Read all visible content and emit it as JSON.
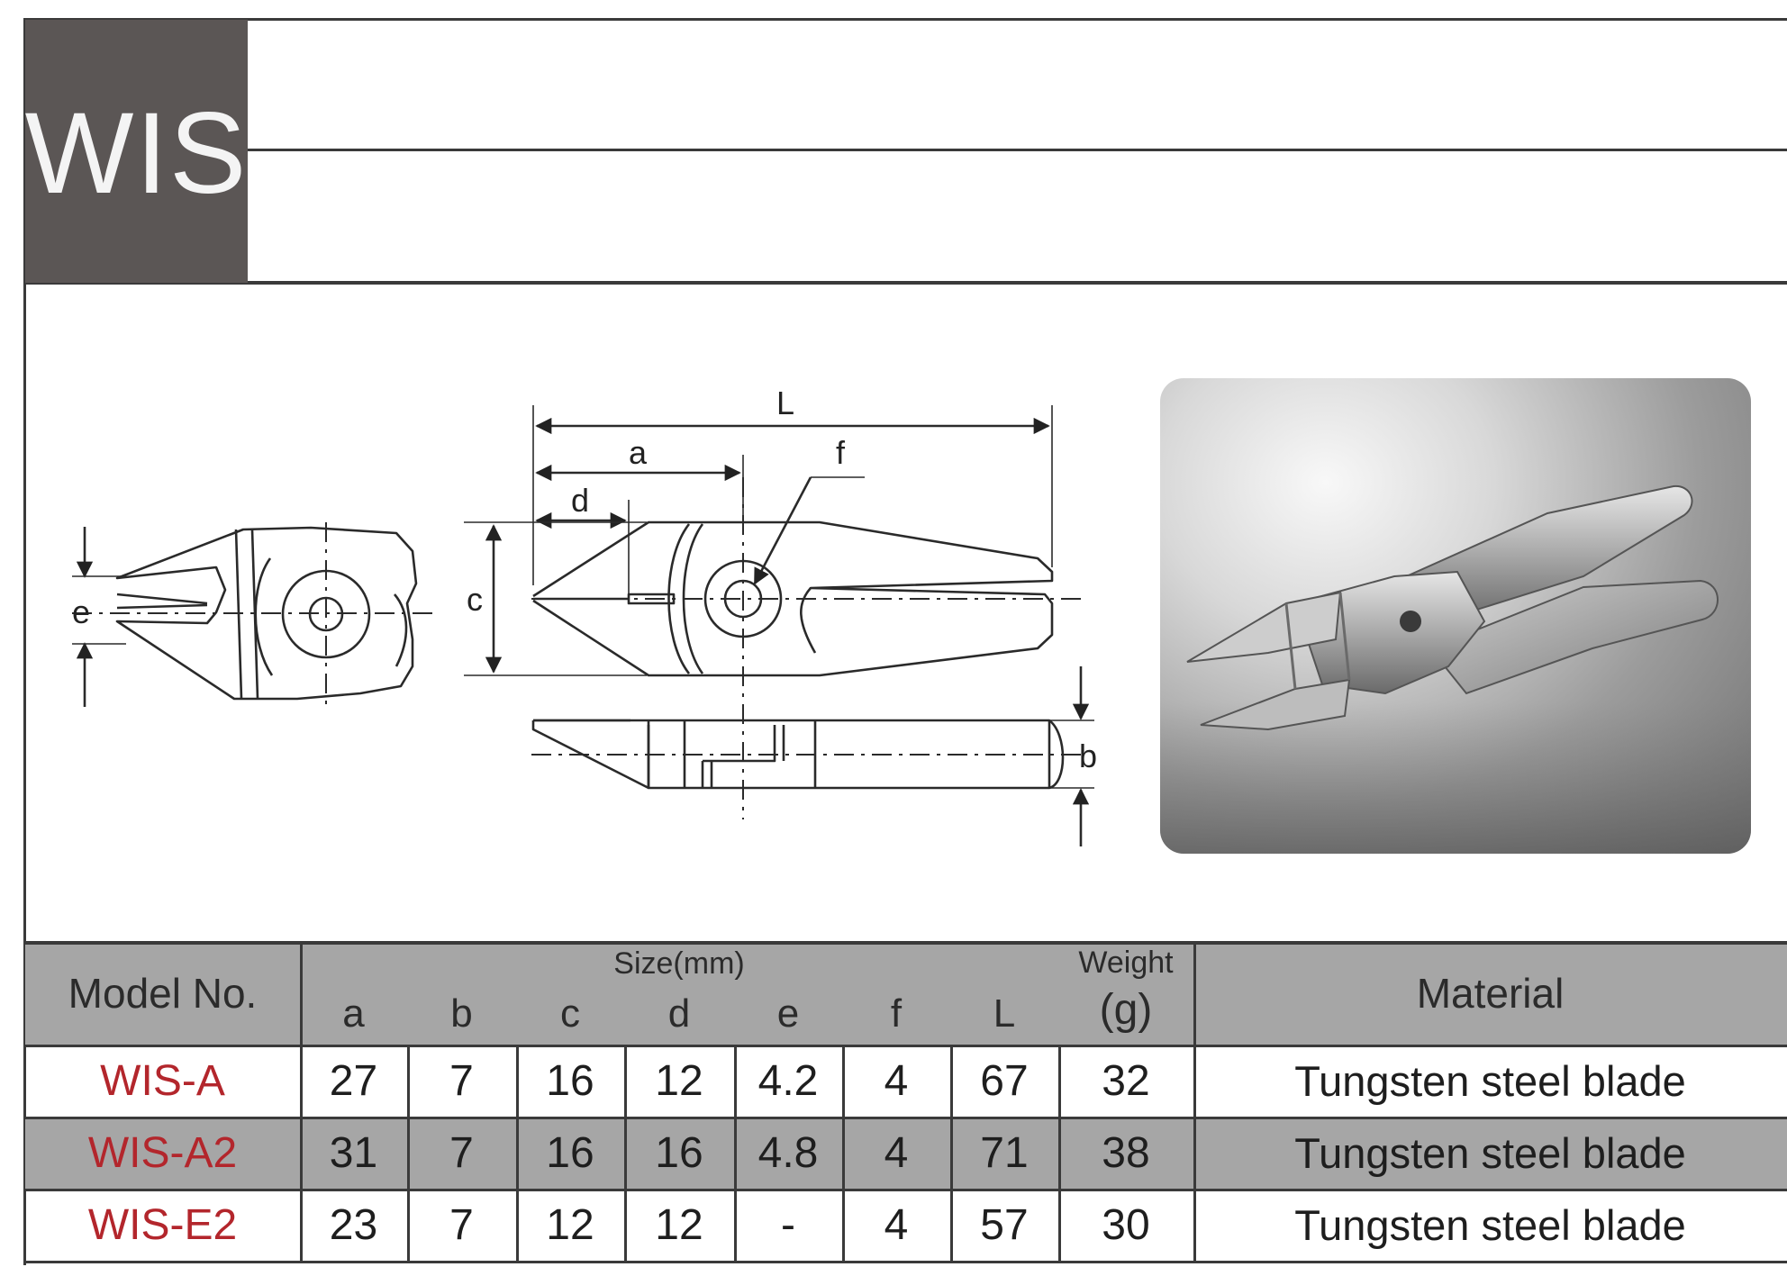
{
  "header": {
    "title": "WIS"
  },
  "drawing": {
    "dim_labels": {
      "L": "L",
      "a": "a",
      "d": "d",
      "f": "f",
      "c": "c",
      "e": "e",
      "b": "b"
    }
  },
  "table": {
    "header": {
      "model": "Model No.",
      "size_group": "Size(mm)",
      "weight_group": "Weight",
      "weight_unit": "(g)",
      "material": "Material",
      "cols": [
        "a",
        "b",
        "c",
        "d",
        "e",
        "f",
        "L"
      ]
    },
    "rows": [
      {
        "model": "WIS-A",
        "values": [
          "27",
          "7",
          "16",
          "12",
          "4.2",
          "4",
          "67"
        ],
        "weight": "32",
        "material": "Tungsten steel blade"
      },
      {
        "model": "WIS-A2",
        "values": [
          "31",
          "7",
          "16",
          "16",
          "4.8",
          "4",
          "71"
        ],
        "weight": "38",
        "material": "Tungsten steel blade"
      },
      {
        "model": "WIS-E2",
        "values": [
          "23",
          "7",
          "12",
          "12",
          "-",
          "4",
          "57"
        ],
        "weight": "30",
        "material": "Tungsten steel blade"
      }
    ]
  },
  "colors": {
    "title_bg": "#5b5655",
    "table_header_bg": "#a6a6a6",
    "alt_row_bg": "#a6a6a6",
    "model_text": "#b3262c",
    "line": "#3a3a3a"
  }
}
